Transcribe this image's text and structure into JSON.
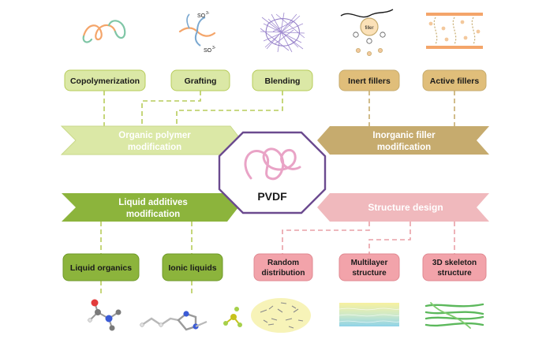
{
  "center": {
    "label": "PVDF"
  },
  "categories": {
    "organic_polymer": {
      "line1": "Organic polymer",
      "line2": "modification"
    },
    "inorganic_filler": {
      "line1": "Inorganic filler",
      "line2": "modification"
    },
    "liquid_additives": {
      "line1": "Liquid additives",
      "line2": "modification"
    },
    "structure_design": {
      "line1": "Structure design"
    }
  },
  "methods": {
    "copolymerization": "Copolymerization",
    "grafting": "Grafting",
    "blending": "Blending",
    "inert_fillers": "Inert fillers",
    "active_fillers": "Active fillers",
    "liquid_organics": "Liquid organics",
    "ionic_liquids": "Ionic liquids",
    "random_distribution": {
      "line1": "Random",
      "line2": "distribution"
    },
    "multilayer_structure": {
      "line1": "Multilayer",
      "line2": "structure"
    },
    "skeleton_3d": {
      "line1": "3D skeleton",
      "line2": "structure"
    }
  },
  "illustrations": {
    "grafting_so3_top": "SO",
    "grafting_so3_bottom": "SO",
    "superscript_minus": "3-",
    "filler_label": "filler"
  },
  "colors": {
    "green_fill": "#dbe8a6",
    "green_stroke": "#b7cc5a",
    "green_dark": "#8cb43c",
    "tan_fill": "#c6ab6e",
    "tan_box": "#e0be7a",
    "pink_fill": "#f0b9bd",
    "pink_box": "#f2a3aa",
    "pink_dash": "#e9a0a7",
    "purple": "#6b4a8f",
    "pvdf_pink": "#e9a3c6"
  }
}
